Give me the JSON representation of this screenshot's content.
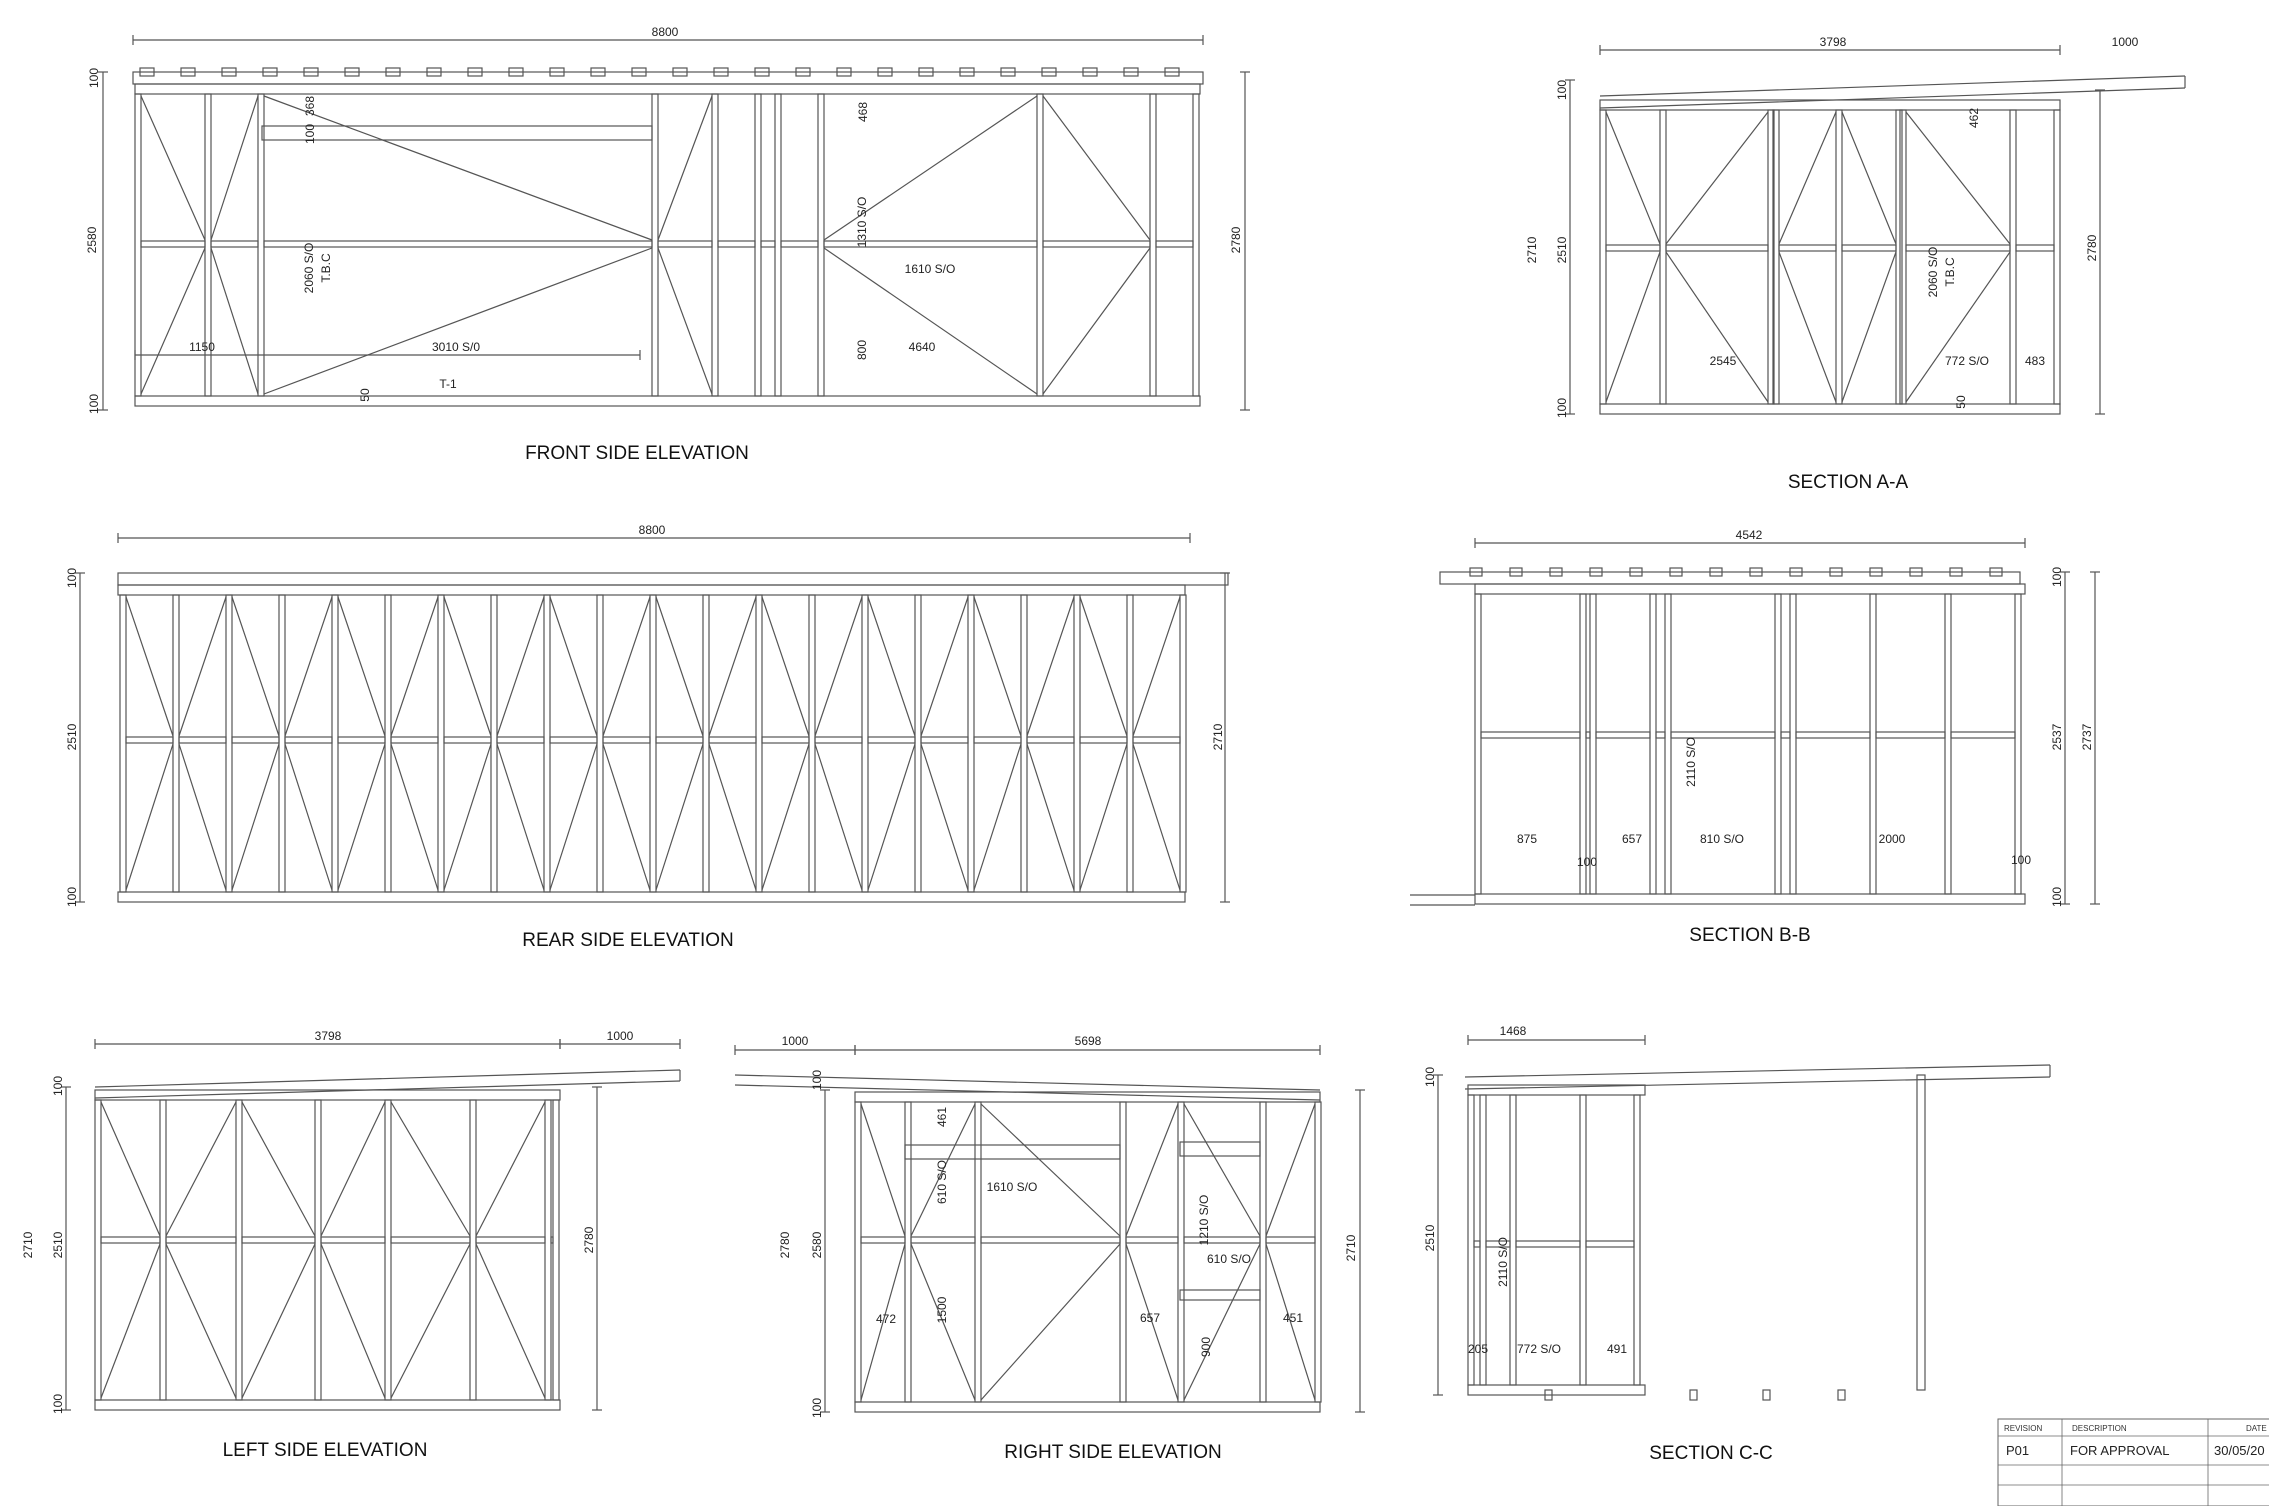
{
  "views": {
    "front": {
      "title": "FRONT SIDE ELEVATION",
      "dims": [
        "8800",
        "100",
        "2580",
        "100",
        "368",
        "100",
        "468",
        "2060 S/O",
        "T.B.C",
        "1310 S/O",
        "1610 S/O",
        "1150",
        "3010 S/0",
        "800",
        "4640",
        "50",
        "T-1",
        "2780"
      ]
    },
    "section_aa": {
      "title": "SECTION A-A",
      "dims": [
        "3798",
        "1000",
        "100",
        "2710",
        "2510",
        "100",
        "462",
        "2060 S/O",
        "T.B.C",
        "2545",
        "772 S/O",
        "483",
        "50",
        "2780"
      ]
    },
    "rear": {
      "title": "REAR SIDE ELEVATION",
      "dims": [
        "8800",
        "100",
        "2510",
        "100",
        "2710"
      ]
    },
    "section_bb": {
      "title": "SECTION B-B",
      "dims": [
        "4542",
        "100",
        "2537",
        "2737",
        "100",
        "2110 S/O",
        "875",
        "657",
        "810 S/O",
        "2000",
        "100",
        "100"
      ]
    },
    "left": {
      "title": "LEFT SIDE ELEVATION",
      "dims": [
        "3798",
        "1000",
        "100",
        "2710",
        "2510",
        "100",
        "2780"
      ]
    },
    "right": {
      "title": "RIGHT SIDE ELEVATION",
      "dims": [
        "1000",
        "5698",
        "100",
        "461",
        "610 S/O",
        "1610 S/O",
        "1210 S/O",
        "610 S/O",
        "2780",
        "2580",
        "472",
        "1500",
        "657",
        "451",
        "900",
        "100",
        "2710"
      ]
    },
    "section_cc": {
      "title": "SECTION C-C",
      "dims": [
        "1468",
        "100",
        "2510",
        "2110 S/O",
        "205",
        "772 S/O",
        "491"
      ]
    }
  },
  "title_block": {
    "headers": {
      "revision": "REVISION",
      "description": "DESCRIPTION",
      "date": "DATE"
    },
    "row": {
      "revision": "P01",
      "description": "FOR APPROVAL",
      "date": "30/05/20"
    }
  }
}
